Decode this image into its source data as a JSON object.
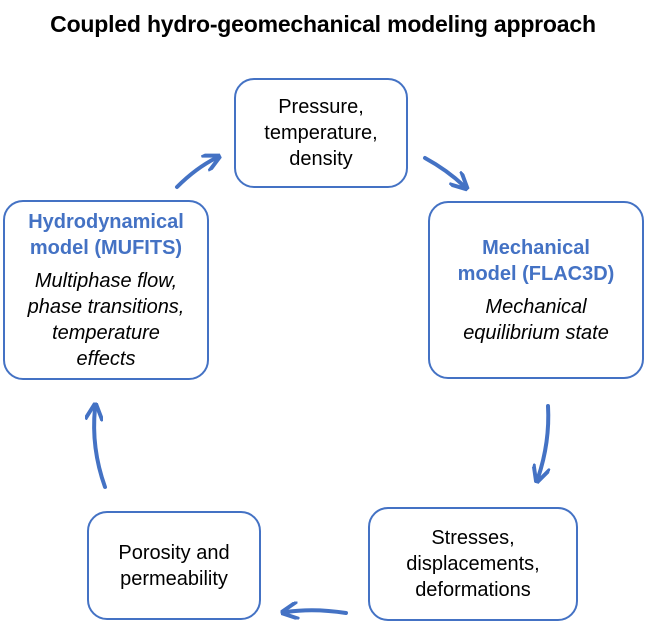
{
  "title": "Coupled hydro-geomechanical modeling approach",
  "colors": {
    "accent": "#4472c4",
    "text": "#000000",
    "background": "#ffffff"
  },
  "boxes": {
    "top": {
      "lines": [
        "Pressure,",
        "temperature,",
        "density"
      ]
    },
    "right": {
      "heading": [
        "Mechanical",
        "model (FLAC3D)"
      ],
      "desc": [
        "Mechanical",
        "equilibrium state"
      ]
    },
    "bottom_right": {
      "lines": [
        "Stresses,",
        "displacements,",
        "deformations"
      ]
    },
    "bottom_left": {
      "lines": [
        "Porosity and",
        "permeability"
      ]
    },
    "left": {
      "heading": [
        "Hydrodynamical",
        "model (MUFITS)"
      ],
      "desc": [
        "Multiphase flow,",
        "phase transitions,",
        "temperature",
        "effects"
      ]
    }
  }
}
